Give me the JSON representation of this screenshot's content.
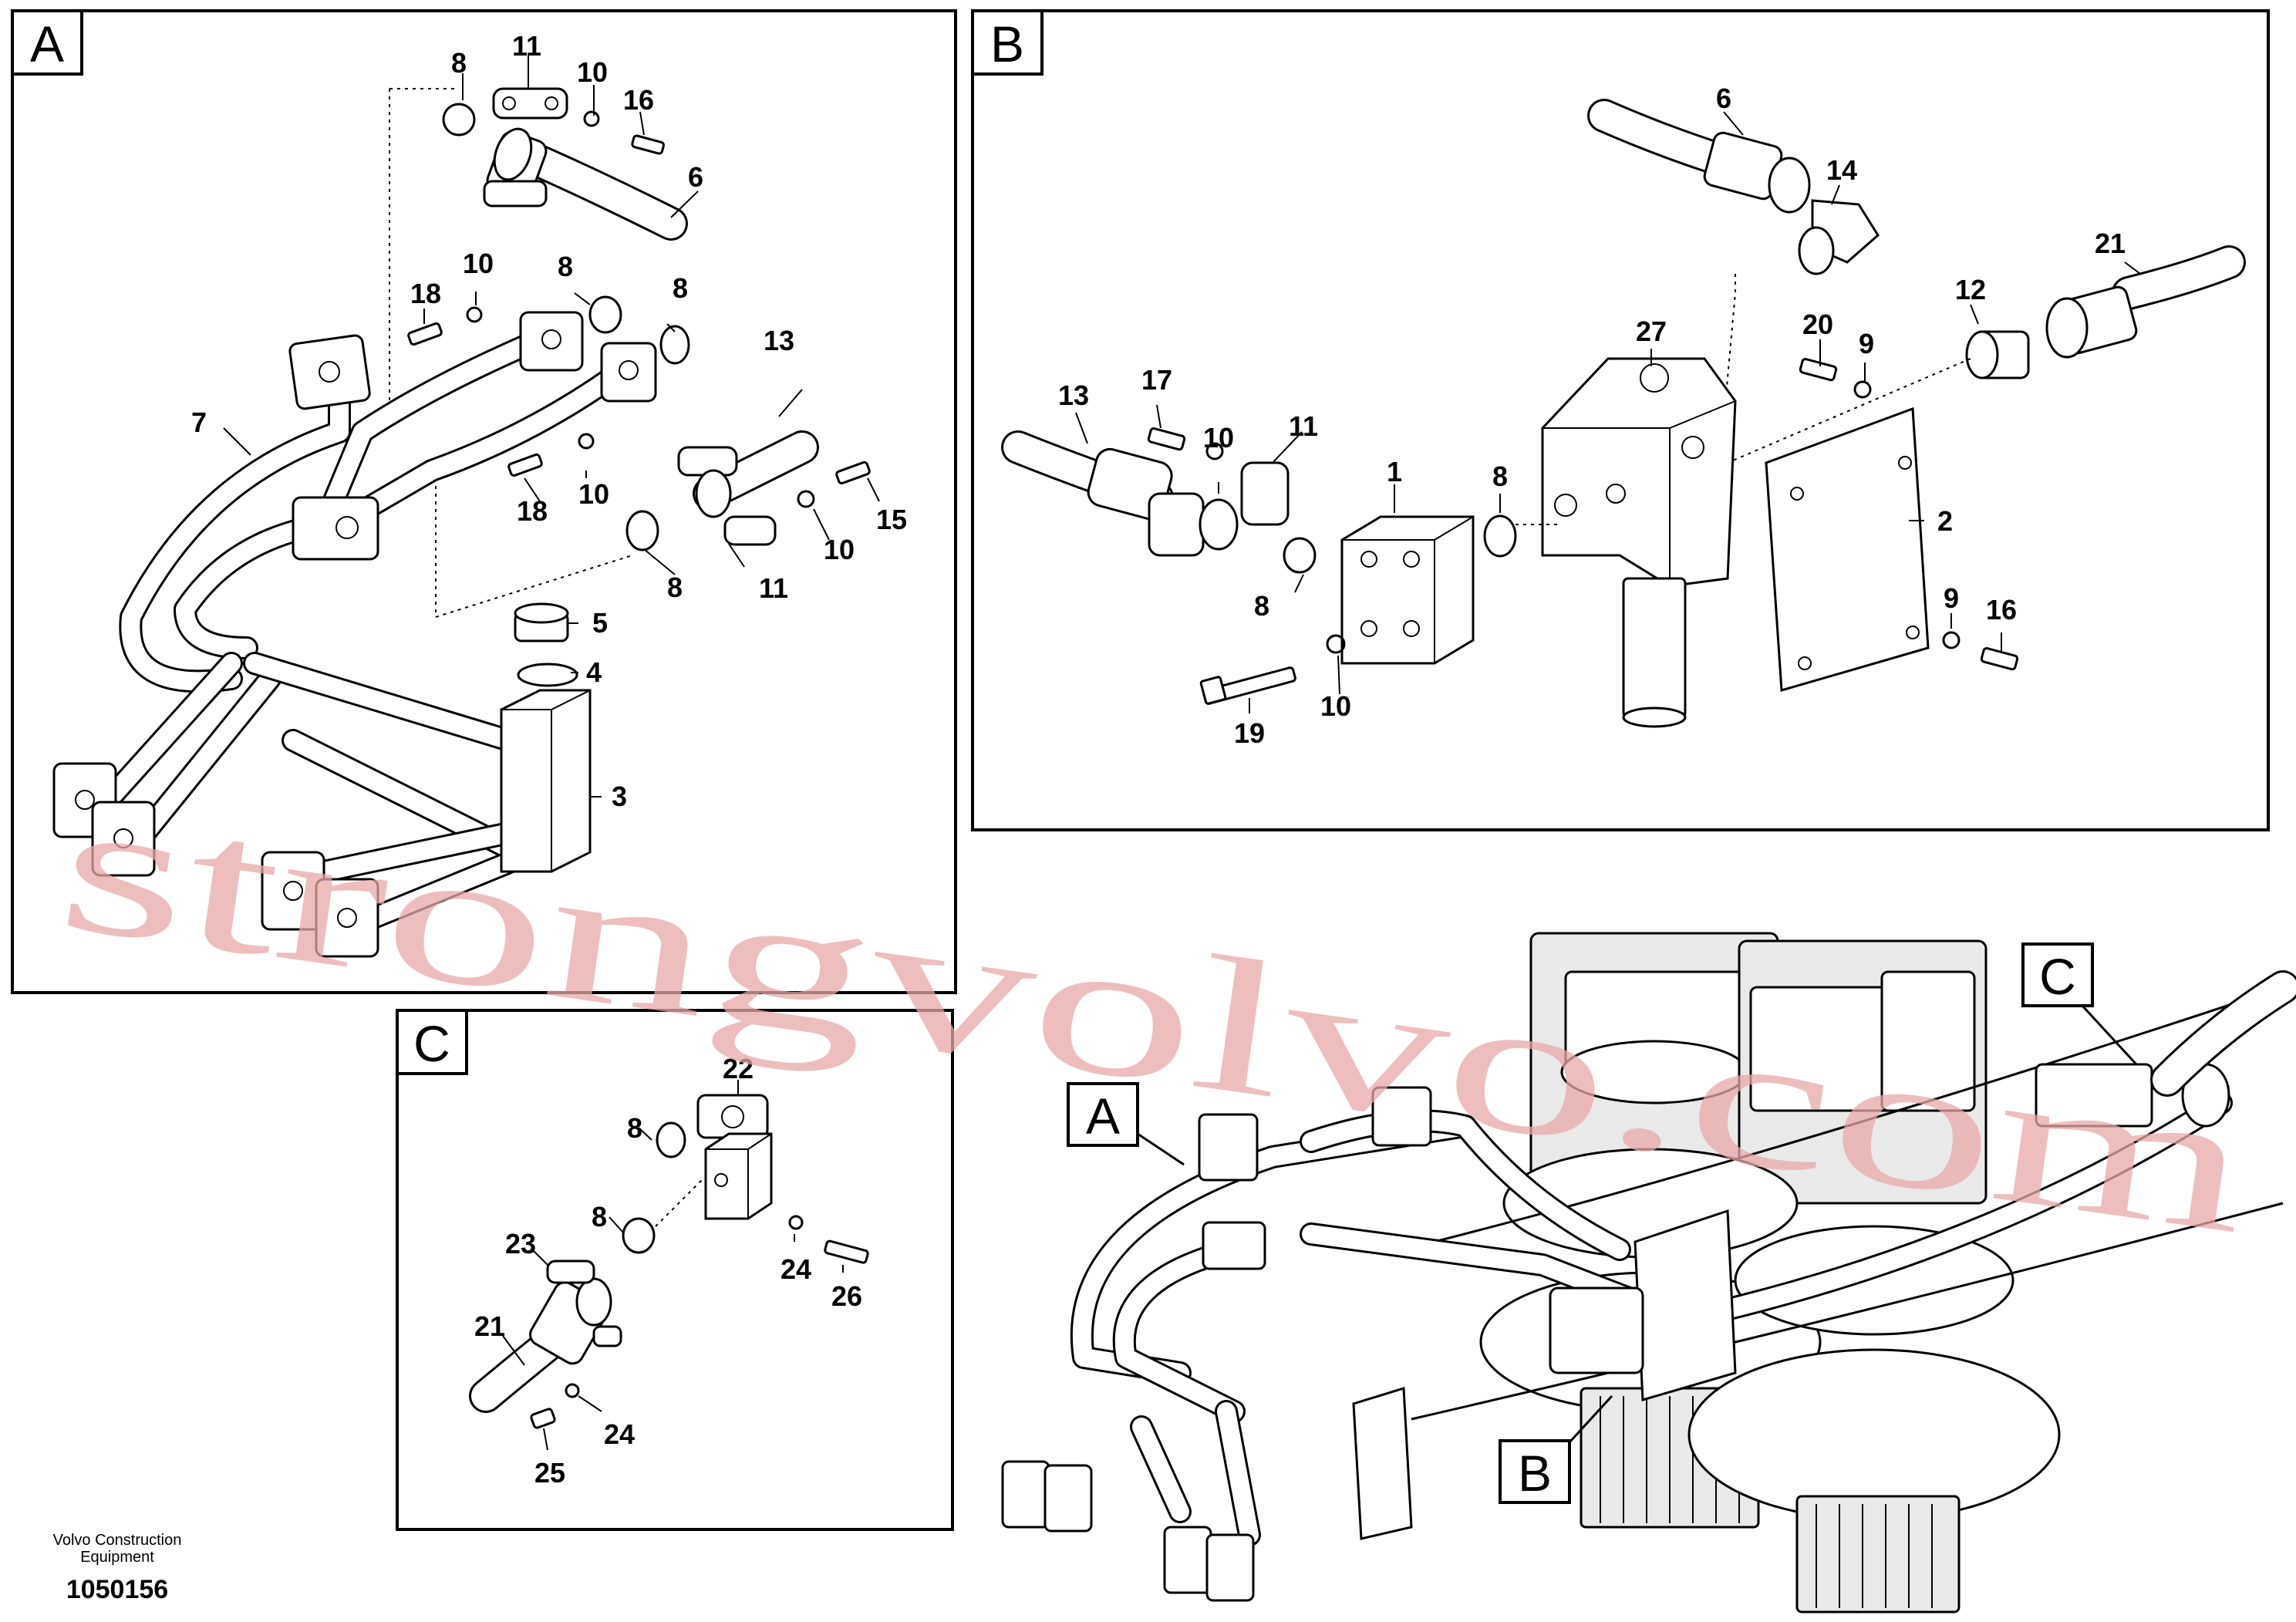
{
  "panels": {
    "A": {
      "letter": "A",
      "callouts": [
        "8",
        "11",
        "10",
        "16",
        "6",
        "18",
        "10",
        "8",
        "8",
        "7",
        "13",
        "18",
        "10",
        "15",
        "10",
        "8",
        "11",
        "5",
        "4",
        "3"
      ]
    },
    "B": {
      "letter": "B",
      "callouts": [
        "6",
        "14",
        "21",
        "27",
        "12",
        "20",
        "9",
        "13",
        "17",
        "10",
        "11",
        "1",
        "8",
        "2",
        "8",
        "9",
        "16",
        "10",
        "19"
      ]
    },
    "C": {
      "letter": "C",
      "callouts": [
        "22",
        "8",
        "8",
        "23",
        "24",
        "26",
        "21",
        "24",
        "25"
      ]
    }
  },
  "overview": {
    "tags": [
      "A",
      "B",
      "C"
    ]
  },
  "footer": {
    "company_line1": "Volvo Construction",
    "company_line2": "Equipment",
    "drawing_number": "1050156"
  },
  "watermark": {
    "text": "strongvolvo.com",
    "color": "#e8a8a8"
  }
}
